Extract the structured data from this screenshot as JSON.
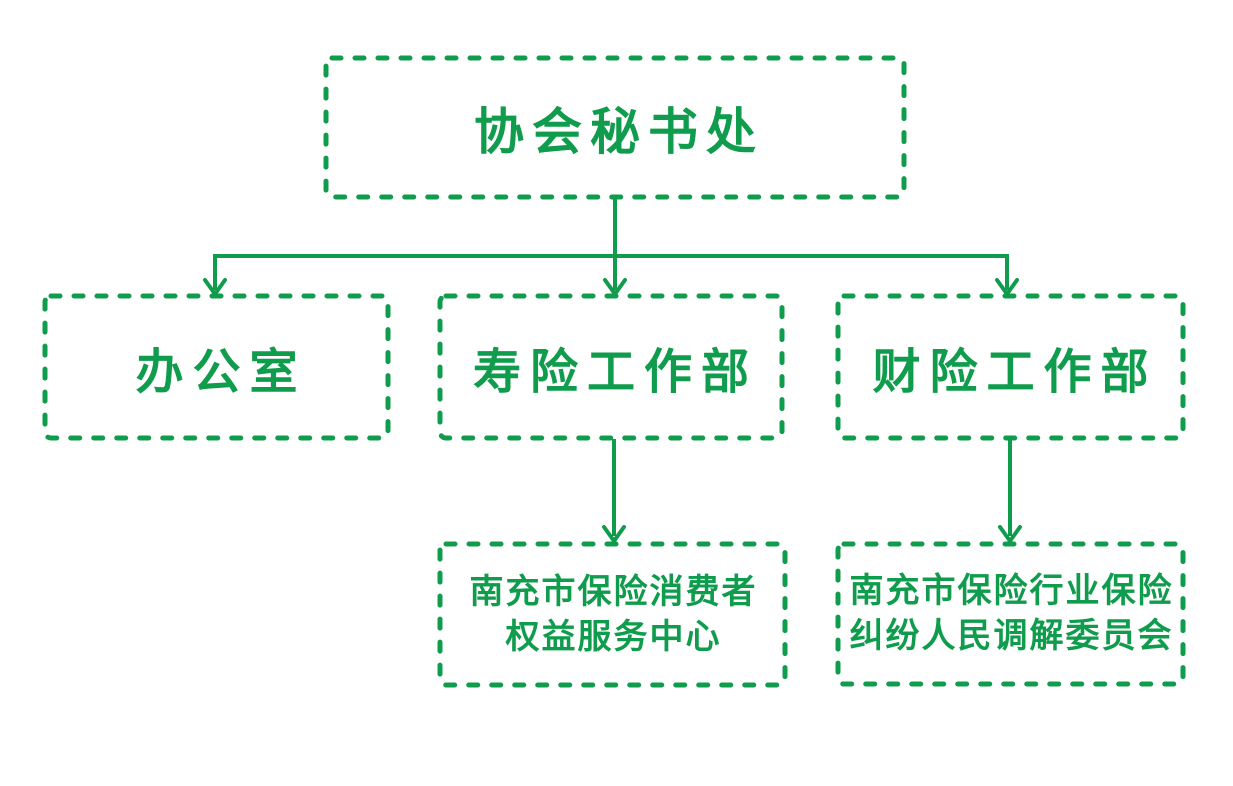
{
  "diagram": {
    "type": "org-chart",
    "accent_color": "#0f9c4c",
    "background_color": "#ffffff",
    "nodes": {
      "secretariat": {
        "label": "协会秘书处",
        "level": 1
      },
      "office": {
        "label": "办公室",
        "level": 2
      },
      "life_insurance_dept": {
        "label": "寿险工作部",
        "level": 2
      },
      "property_insurance_dept": {
        "label": "财险工作部",
        "level": 2
      },
      "consumer_rights_center": {
        "label": "南充市保险消费者权益服务中心",
        "line1": "南充市保险消费者",
        "line2": "权益服务中心",
        "level": 3
      },
      "mediation_committee": {
        "label": "南充市保险行业保险纠纷人民调解委员会",
        "line1": "南充市保险行业保险",
        "line2": "纠纷人民调解委员会",
        "level": 3
      }
    },
    "edges": [
      {
        "from": "协会秘书处",
        "to": "办公室"
      },
      {
        "from": "协会秘书处",
        "to": "寿险工作部"
      },
      {
        "from": "协会秘书处",
        "to": "财险工作部"
      },
      {
        "from": "寿险工作部",
        "to": "南充市保险消费者权益服务中心"
      },
      {
        "from": "财险工作部",
        "to": "南充市保险行业保险纠纷人民调解委员会"
      }
    ]
  }
}
